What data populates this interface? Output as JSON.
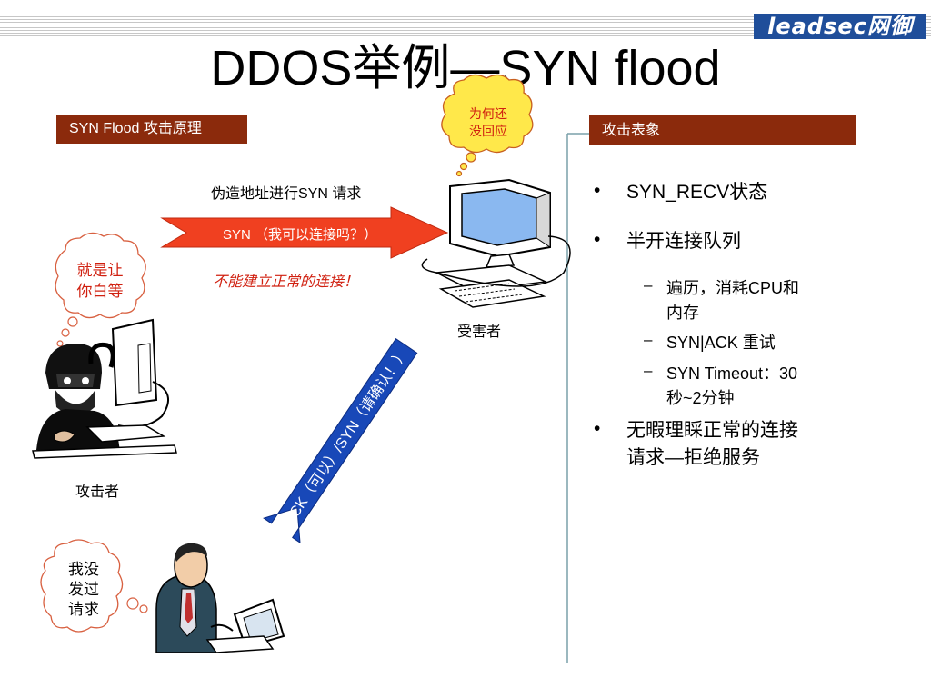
{
  "header": {
    "logo_text": "leadsec网御",
    "title": "DDOS举例—SYN flood"
  },
  "left_panel": {
    "label": "SYN Flood 攻击原理",
    "forge_text": "伪造地址进行SYN 请求",
    "syn_arrow_text": "SYN （我可以连接吗？）",
    "failure_text": "不能建立正常的连接！",
    "victim_label": "受害者",
    "attacker_label": "攻击者",
    "ack_arrow_text": "ACK（可以）/SYN（请确认！）",
    "bubbles": {
      "victim_thought": [
        "为何还",
        "没回应"
      ],
      "attacker_thought": [
        "就是让",
        "你白等"
      ],
      "user_thought": [
        "我没",
        "发过",
        "请求"
      ]
    }
  },
  "right_panel": {
    "label": "攻击表象",
    "bullets": [
      {
        "text": "SYN_RECV状态"
      },
      {
        "text": "半开连接队列"
      }
    ],
    "sub_bullets": [
      {
        "lines": [
          "遍历，消耗CPU和",
          "内存"
        ]
      },
      {
        "lines": [
          "SYN|ACK 重试"
        ]
      },
      {
        "lines": [
          "SYN Timeout：30",
          "秒~2分钟"
        ]
      }
    ],
    "final_bullet": {
      "lines": [
        "无暇理睬正常的连接",
        "请求—拒绝服务"
      ]
    }
  },
  "colors": {
    "label_bg": "#8b2a0c",
    "arrow_red": "#f04020",
    "arrow_blue": "#1848b8",
    "bubble_yellow": "#ffe84a",
    "divider": "#7aa0aa",
    "logo_blue": "#1f4e9a"
  }
}
